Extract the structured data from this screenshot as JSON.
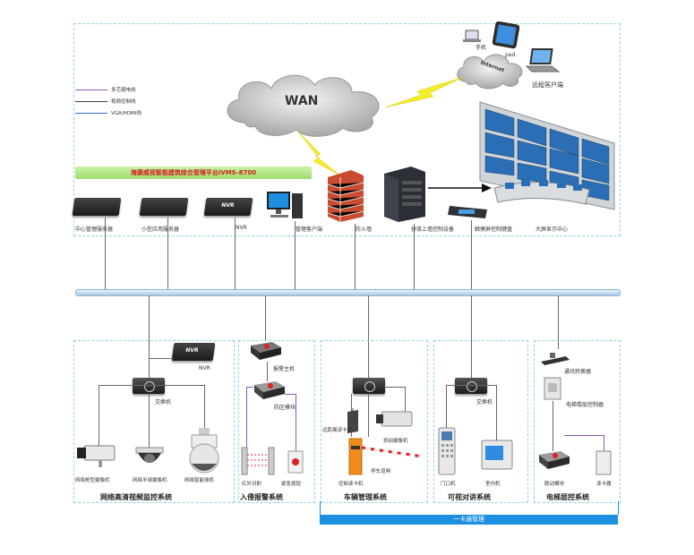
{
  "diagram": {
    "wan_label": "WAN",
    "internet_label": "Internet",
    "platform_banner": "海康威视智能建筑综合管理平台iVMS-8700",
    "legend": [
      {
        "label": "多芯弱电线",
        "color": "#8a57b8"
      },
      {
        "label": "视频控制线",
        "color": "#444444"
      },
      {
        "label": "VGA/HDMI线",
        "color": "#3a6fc4"
      }
    ],
    "clients": {
      "phone": "手机",
      "pad": "pad",
      "remote_client": "远程客户端"
    },
    "top_devices": [
      {
        "label": "中心管理服务器"
      },
      {
        "label": "小型应用服务器"
      },
      {
        "label": "NVR"
      },
      {
        "label": "管理客户端"
      },
      {
        "label": "防火墙"
      },
      {
        "label": "拼接上墙控制设备"
      },
      {
        "label": "触摸屏控制键盘"
      },
      {
        "label": "大屏显示中心"
      }
    ],
    "nvr_text": "NVR",
    "subsystems": [
      {
        "title": "网络高清视频监控系统",
        "switch": "交换机",
        "nvr": "NVR",
        "devices": [
          "网络枪型摄像机",
          "网络半球摄像机",
          "网络智能球机"
        ]
      },
      {
        "title": "入侵报警系统",
        "host": "报警主机",
        "module": "防区模块",
        "devices": [
          "红外对射",
          "紧急按钮"
        ]
      },
      {
        "title": "车辆管理系统",
        "remote_reader": "远距离读卡器",
        "camera": "抓拍摄像机",
        "barrier": "停车道闸",
        "ticket": "控制读卡机"
      },
      {
        "title": "可视对讲系统",
        "switch": "交换机",
        "devices": [
          "门口机",
          "室内机"
        ]
      },
      {
        "title": "电梯层控系统",
        "converter": "通讯转换器",
        "controller": "电梯楼层控制器",
        "module": "联动模块",
        "reader": "读卡器"
      }
    ],
    "bottom_bar": "一卡通管理"
  }
}
